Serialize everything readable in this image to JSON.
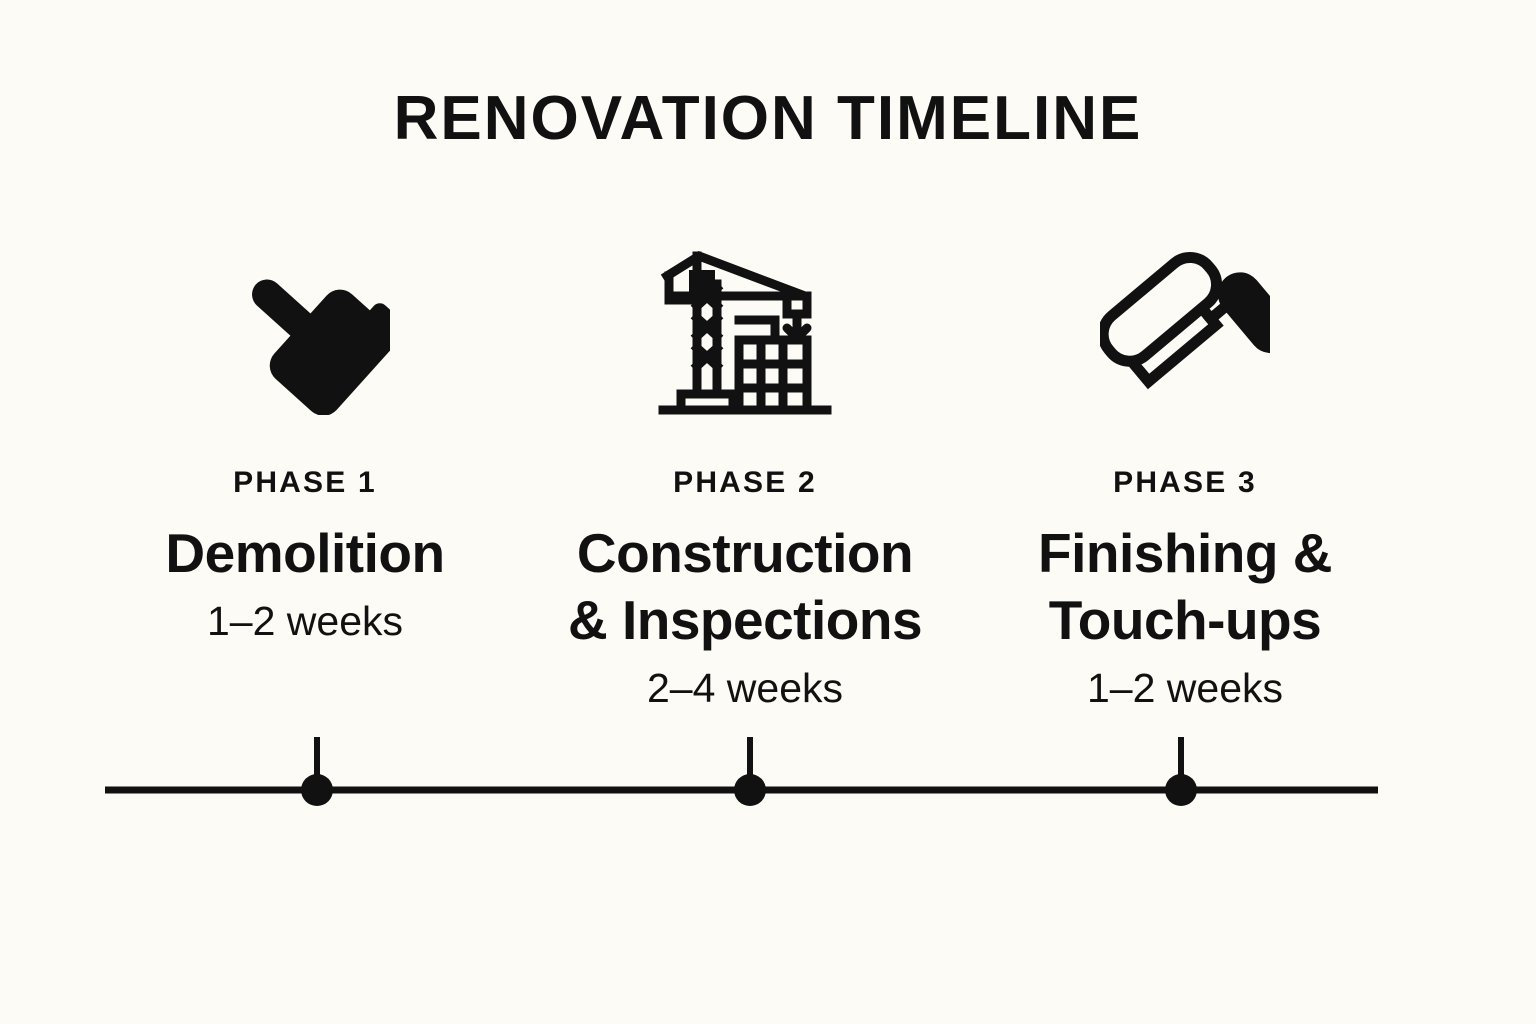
{
  "header": {
    "title": "RENOVATION TIMELINE"
  },
  "colors": {
    "background": "#fcfbf6",
    "ink": "#111111"
  },
  "timeline": {
    "axis_label": "timeline-axis",
    "markers": [
      {
        "name": "marker-phase-1"
      },
      {
        "name": "marker-phase-2"
      },
      {
        "name": "marker-phase-3"
      }
    ]
  },
  "phases": [
    {
      "label": "PHASE 1",
      "title_line_1": "Demolition",
      "title_line_2": "",
      "duration": "1–2 weeks",
      "icon": "sledgehammer-icon"
    },
    {
      "label": "PHASE 2",
      "title_line_1": "Construction",
      "title_line_2": "& Inspections",
      "duration": "2–4 weeks",
      "icon": "construction-crane-icon"
    },
    {
      "label": "PHASE 3",
      "title_line_1": "Finishing &",
      "title_line_2": "Touch-ups",
      "duration": "1–2 weeks",
      "icon": "paint-roller-icon"
    }
  ]
}
